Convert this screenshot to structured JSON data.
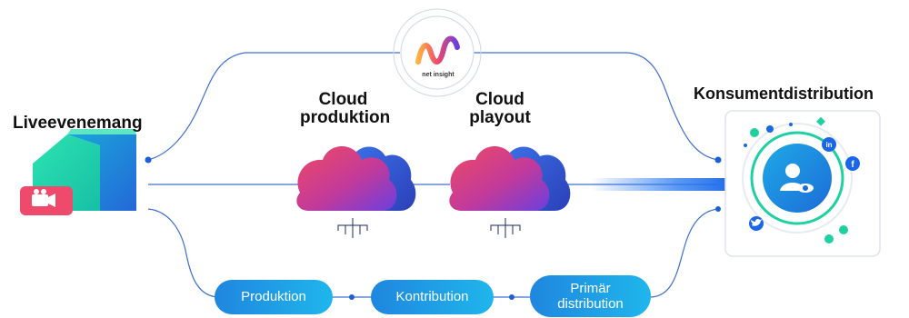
{
  "labels": {
    "live_event": "Liveevenemang",
    "cloud_production": "Cloud\nproduktion",
    "cloud_playout": "Cloud\nplayout",
    "consumer_distribution": "Konsumentdistribution",
    "logo_text": "net insight"
  },
  "pipeline": {
    "production": "Produktion",
    "contribution": "Kontribution",
    "primary_distribution": "Primär\ndistribution"
  },
  "icons": {
    "house": "house-icon",
    "camera": "video-camera-icon",
    "cloud": "cloud-icon",
    "user": "user-eye-icon",
    "twitter": "twitter-icon",
    "linkedin": "linkedin-icon",
    "facebook": "facebook-icon"
  },
  "colors": {
    "accent_blue": "#1a73e8",
    "cloud_pink": "#e8436c",
    "cloud_purple": "#7a3fd6",
    "house_green": "#22d3a0",
    "camera_red": "#ef4a6b",
    "line_blue": "#3d6fd0"
  }
}
